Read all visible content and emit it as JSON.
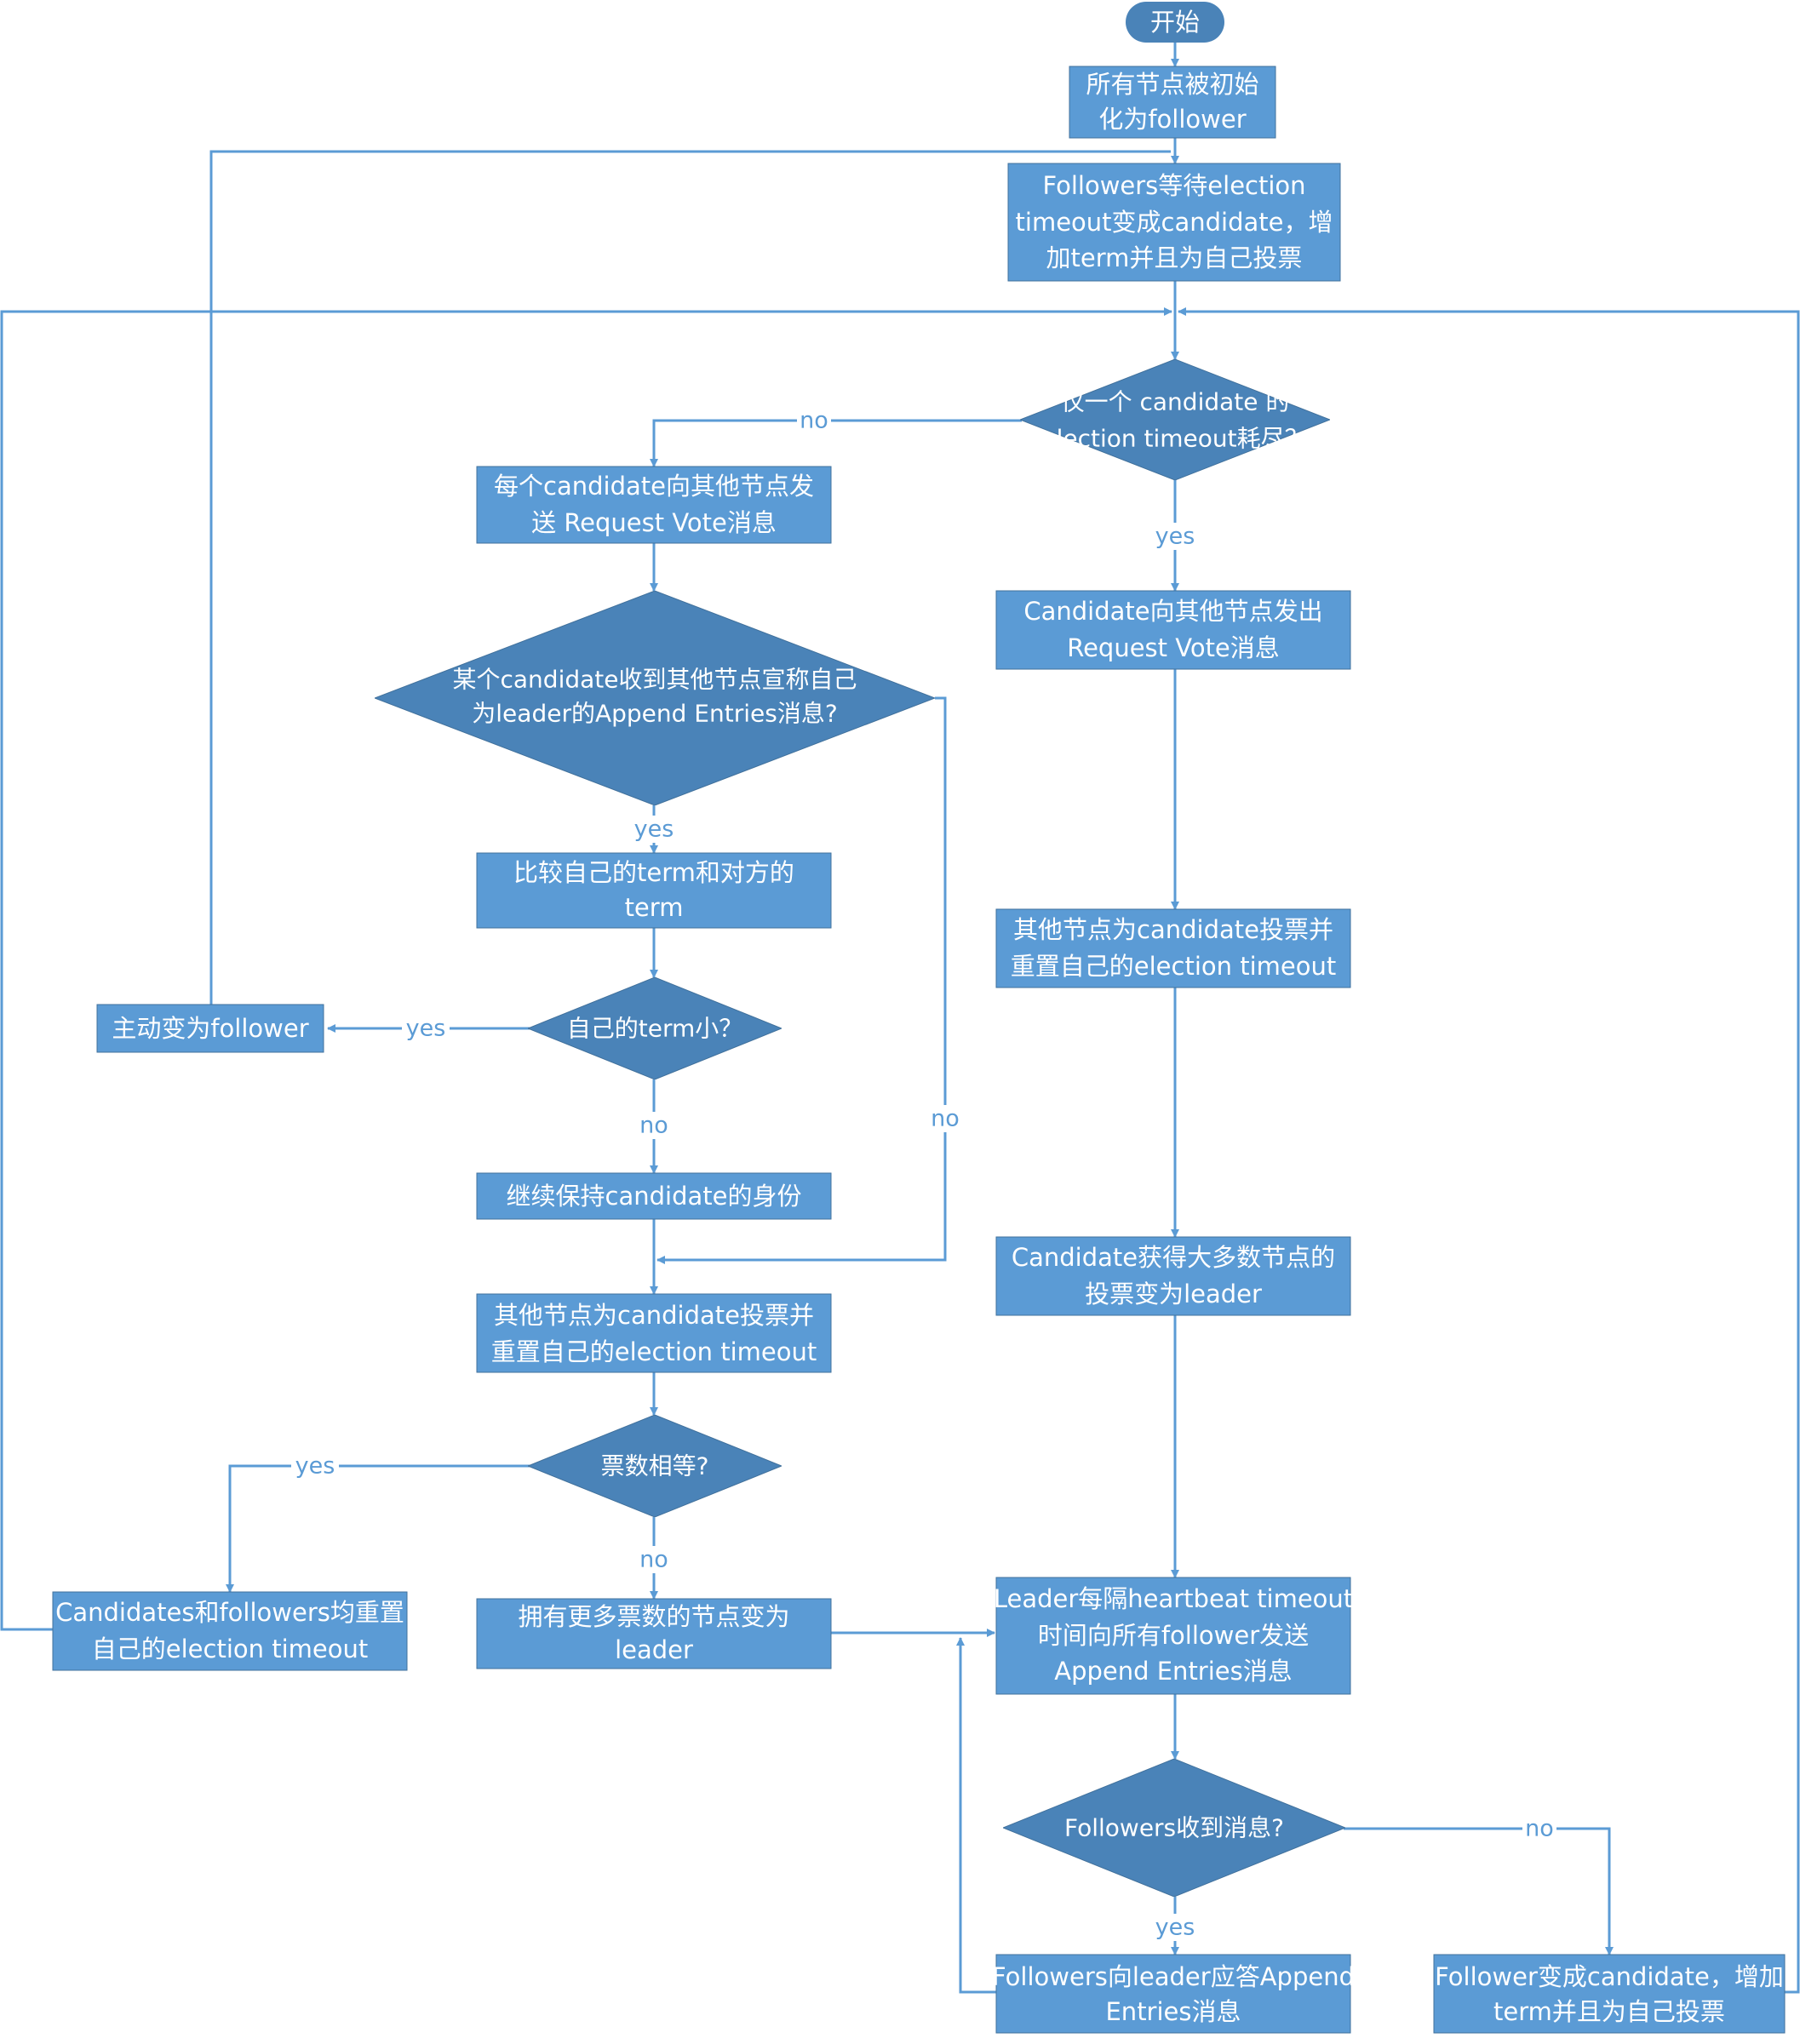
{
  "nodes": {
    "start": [
      "开始"
    ],
    "init": [
      "所有节点被初始",
      "化为follower"
    ],
    "wait": [
      "Followers等待election",
      "timeout变成candidate，增",
      "加term并且为自己投票"
    ],
    "check_single": [
      "仅一个 candidate 的",
      "election timeout耗尽？"
    ],
    "each_send": [
      "每个candidate向其他节点发",
      "送 Request Vote消息"
    ],
    "received_ae": [
      "某个candidate收到其他节点宣称自己",
      "为leader的Append Entries消息?"
    ],
    "compare_term": [
      "比较自己的term和对方的",
      "term"
    ],
    "term_smaller": [
      "自己的term小？"
    ],
    "become_follower": [
      "主动变为follower"
    ],
    "keep_candidate": [
      "继续保持candidate的身份"
    ],
    "vote_reset_left": [
      "其他节点为candidate投票并",
      "重置自己的election timeout"
    ],
    "votes_equal": [
      "票数相等?"
    ],
    "reset_all": [
      "Candidates和followers均重置",
      "自己的election timeout"
    ],
    "more_votes_leader": [
      "拥有更多票数的节点变为",
      "leader"
    ],
    "cand_send": [
      "Candidate向其他节点发出",
      "Request Vote消息"
    ],
    "vote_reset_right": [
      "其他节点为candidate投票并",
      "重置自己的election timeout"
    ],
    "majority_leader": [
      "Candidate获得大多数节点的",
      "投票变为leader"
    ],
    "heartbeat": [
      "Leader每隔heartbeat timeout",
      "时间向所有follower发送",
      "Append Entries消息"
    ],
    "followers_received": [
      "Followers收到消息?"
    ],
    "followers_reply": [
      "Followers向leader应答Append",
      "Entries消息"
    ],
    "follower_become_candidate": [
      "Follower变成candidate，增加",
      "term并且为自己投票"
    ]
  },
  "edge_labels": {
    "check_single_no": "no",
    "check_single_yes": "yes",
    "received_ae_yes": "yes",
    "received_ae_no": "no",
    "term_smaller_yes": "yes",
    "term_smaller_no": "no",
    "votes_equal_yes": "yes",
    "votes_equal_no": "no",
    "followers_received_yes": "yes",
    "followers_received_no": "no"
  },
  "colors": {
    "node_fill": "#5b9bd5",
    "decision_fill": "#4a83b8",
    "edge": "#5b9bd5",
    "text": "#ffffff"
  }
}
